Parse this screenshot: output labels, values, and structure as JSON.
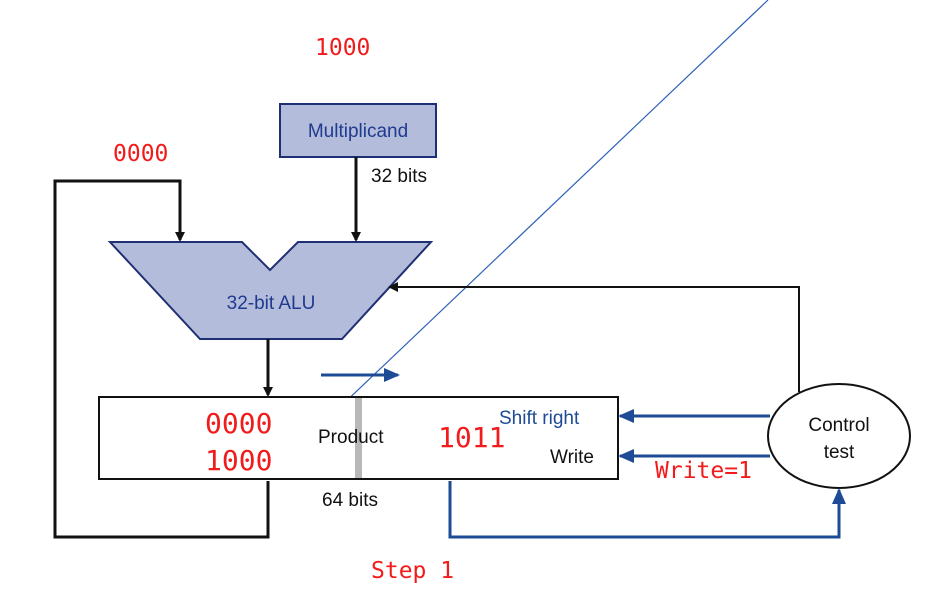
{
  "annotations": {
    "multiplicand_value": "1000",
    "alu_input_value": "0000",
    "product_high": "0000",
    "product_low_upper": "1000",
    "product_right": "1011",
    "write_signal": "Write=1",
    "step": "Step 1"
  },
  "labels": {
    "multiplicand": "Multiplicand",
    "multiplicand_width": "32 bits",
    "alu": "32-bit ALU",
    "product": "Product",
    "product_width": "64 bits",
    "shift_right": "Shift right",
    "write": "Write",
    "control_line1": "Control",
    "control_line2": "test"
  },
  "colors": {
    "annotation": "#f21b1b",
    "box_fill": "#b4bcdb",
    "control_wire": "#1d4b96",
    "wire": "#111111"
  }
}
